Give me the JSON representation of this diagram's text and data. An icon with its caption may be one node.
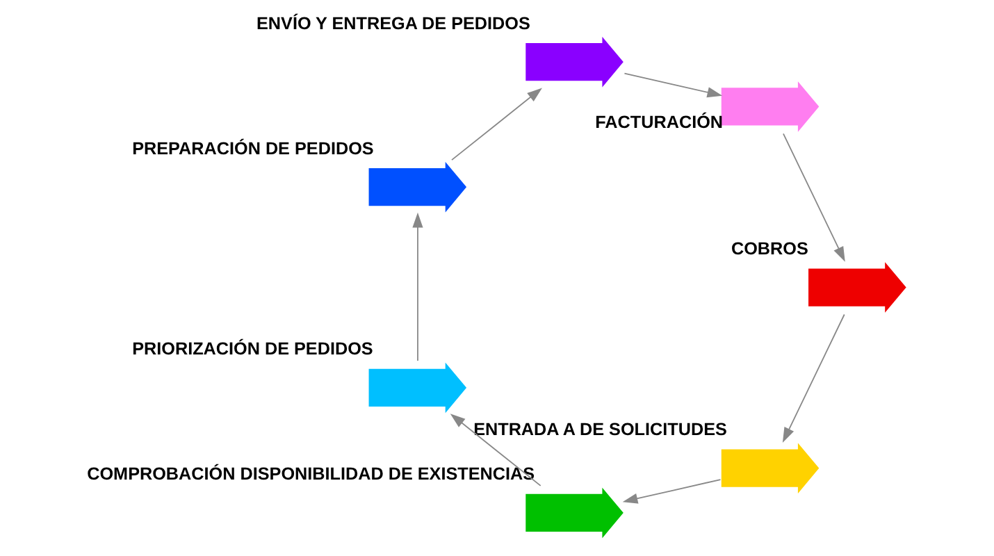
{
  "diagram": {
    "nodes": [
      {
        "text": [],
        "shape": "arrow",
        "beside": [
          "ENTRADA A DE SOLICITUDES"
        ]
      },
      {
        "text": [],
        "shape": "arrow",
        "beside": [
          "COMPROBACIÓN DISPONIBILIDAD DE EXISTENCIAS"
        ]
      },
      {
        "text": [],
        "shape": "arrow",
        "beside": [
          "PRIORIZACIÓN DE PEDIDOS"
        ]
      },
      {
        "text": [],
        "shape": "arrow",
        "beside": [
          "PREPARACIÓN DE PEDIDOS"
        ]
      },
      {
        "text": [],
        "shape": "arrow",
        "beside": [
          "ENVÍO Y ENTREGA DE PEDIDOS"
        ]
      },
      {
        "text": [],
        "shape": "arrow",
        "beside": [
          "FACTURACIÓN"
        ]
      },
      {
        "text": [],
        "shape": "arrow",
        "beside": [
          "COBROS"
        ]
      }
    ],
    "edges": [
      {
        "from": 0,
        "to": 1,
        "arrow": "to"
      },
      {
        "from": 1,
        "to": 2,
        "arrow": "to"
      },
      {
        "from": 2,
        "to": 3,
        "arrow": "to"
      },
      {
        "from": 3,
        "to": 4,
        "arrow": "to"
      },
      {
        "from": 4,
        "to": 5,
        "arrow": "to"
      },
      {
        "from": 5,
        "to": 6,
        "arrow": "to"
      },
      {
        "from": 6,
        "to": 0,
        "arrow": "to"
      }
    ]
  }
}
